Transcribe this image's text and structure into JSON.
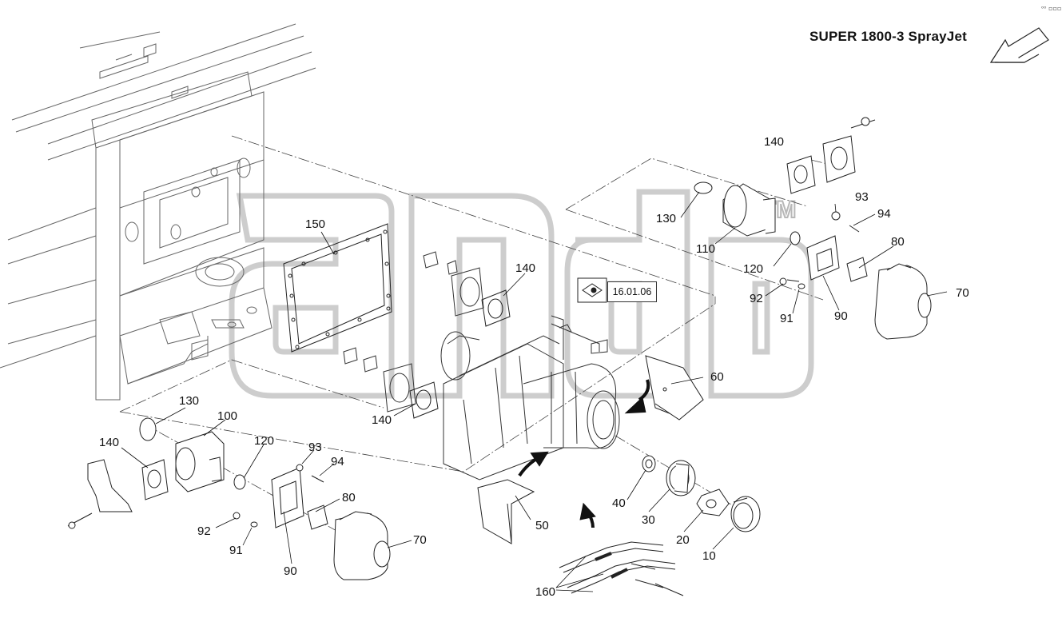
{
  "header": {
    "title": "SUPER 1800-3 SprayJet",
    "corner_mark": "ᵒᵒ ▫▫▫"
  },
  "reference": {
    "date": "16.01.06"
  },
  "watermark": {
    "text": "agp",
    "trademark": "TM"
  },
  "callouts": [
    {
      "id": "150",
      "label": "150"
    },
    {
      "id": "140-top",
      "label": "140"
    },
    {
      "id": "130-top",
      "label": "130"
    },
    {
      "id": "110",
      "label": "110"
    },
    {
      "id": "120-top",
      "label": "120"
    },
    {
      "id": "93-top",
      "label": "93"
    },
    {
      "id": "94-top",
      "label": "94"
    },
    {
      "id": "80-top",
      "label": "80"
    },
    {
      "id": "70-top",
      "label": "70"
    },
    {
      "id": "92-top",
      "label": "92"
    },
    {
      "id": "91-top",
      "label": "91"
    },
    {
      "id": "90-top",
      "label": "90"
    },
    {
      "id": "140-mid",
      "label": "140"
    },
    {
      "id": "140-center",
      "label": "140"
    },
    {
      "id": "60",
      "label": "60"
    },
    {
      "id": "130-left",
      "label": "130"
    },
    {
      "id": "100",
      "label": "100"
    },
    {
      "id": "140-left",
      "label": "140"
    },
    {
      "id": "120-left",
      "label": "120"
    },
    {
      "id": "93-left",
      "label": "93"
    },
    {
      "id": "94-left",
      "label": "94"
    },
    {
      "id": "80-left",
      "label": "80"
    },
    {
      "id": "70-left",
      "label": "70"
    },
    {
      "id": "92-left",
      "label": "92"
    },
    {
      "id": "91-left",
      "label": "91"
    },
    {
      "id": "90-left",
      "label": "90"
    },
    {
      "id": "50",
      "label": "50"
    },
    {
      "id": "40",
      "label": "40"
    },
    {
      "id": "30",
      "label": "30"
    },
    {
      "id": "20",
      "label": "20"
    },
    {
      "id": "10",
      "label": "10"
    },
    {
      "id": "160",
      "label": "160"
    }
  ]
}
